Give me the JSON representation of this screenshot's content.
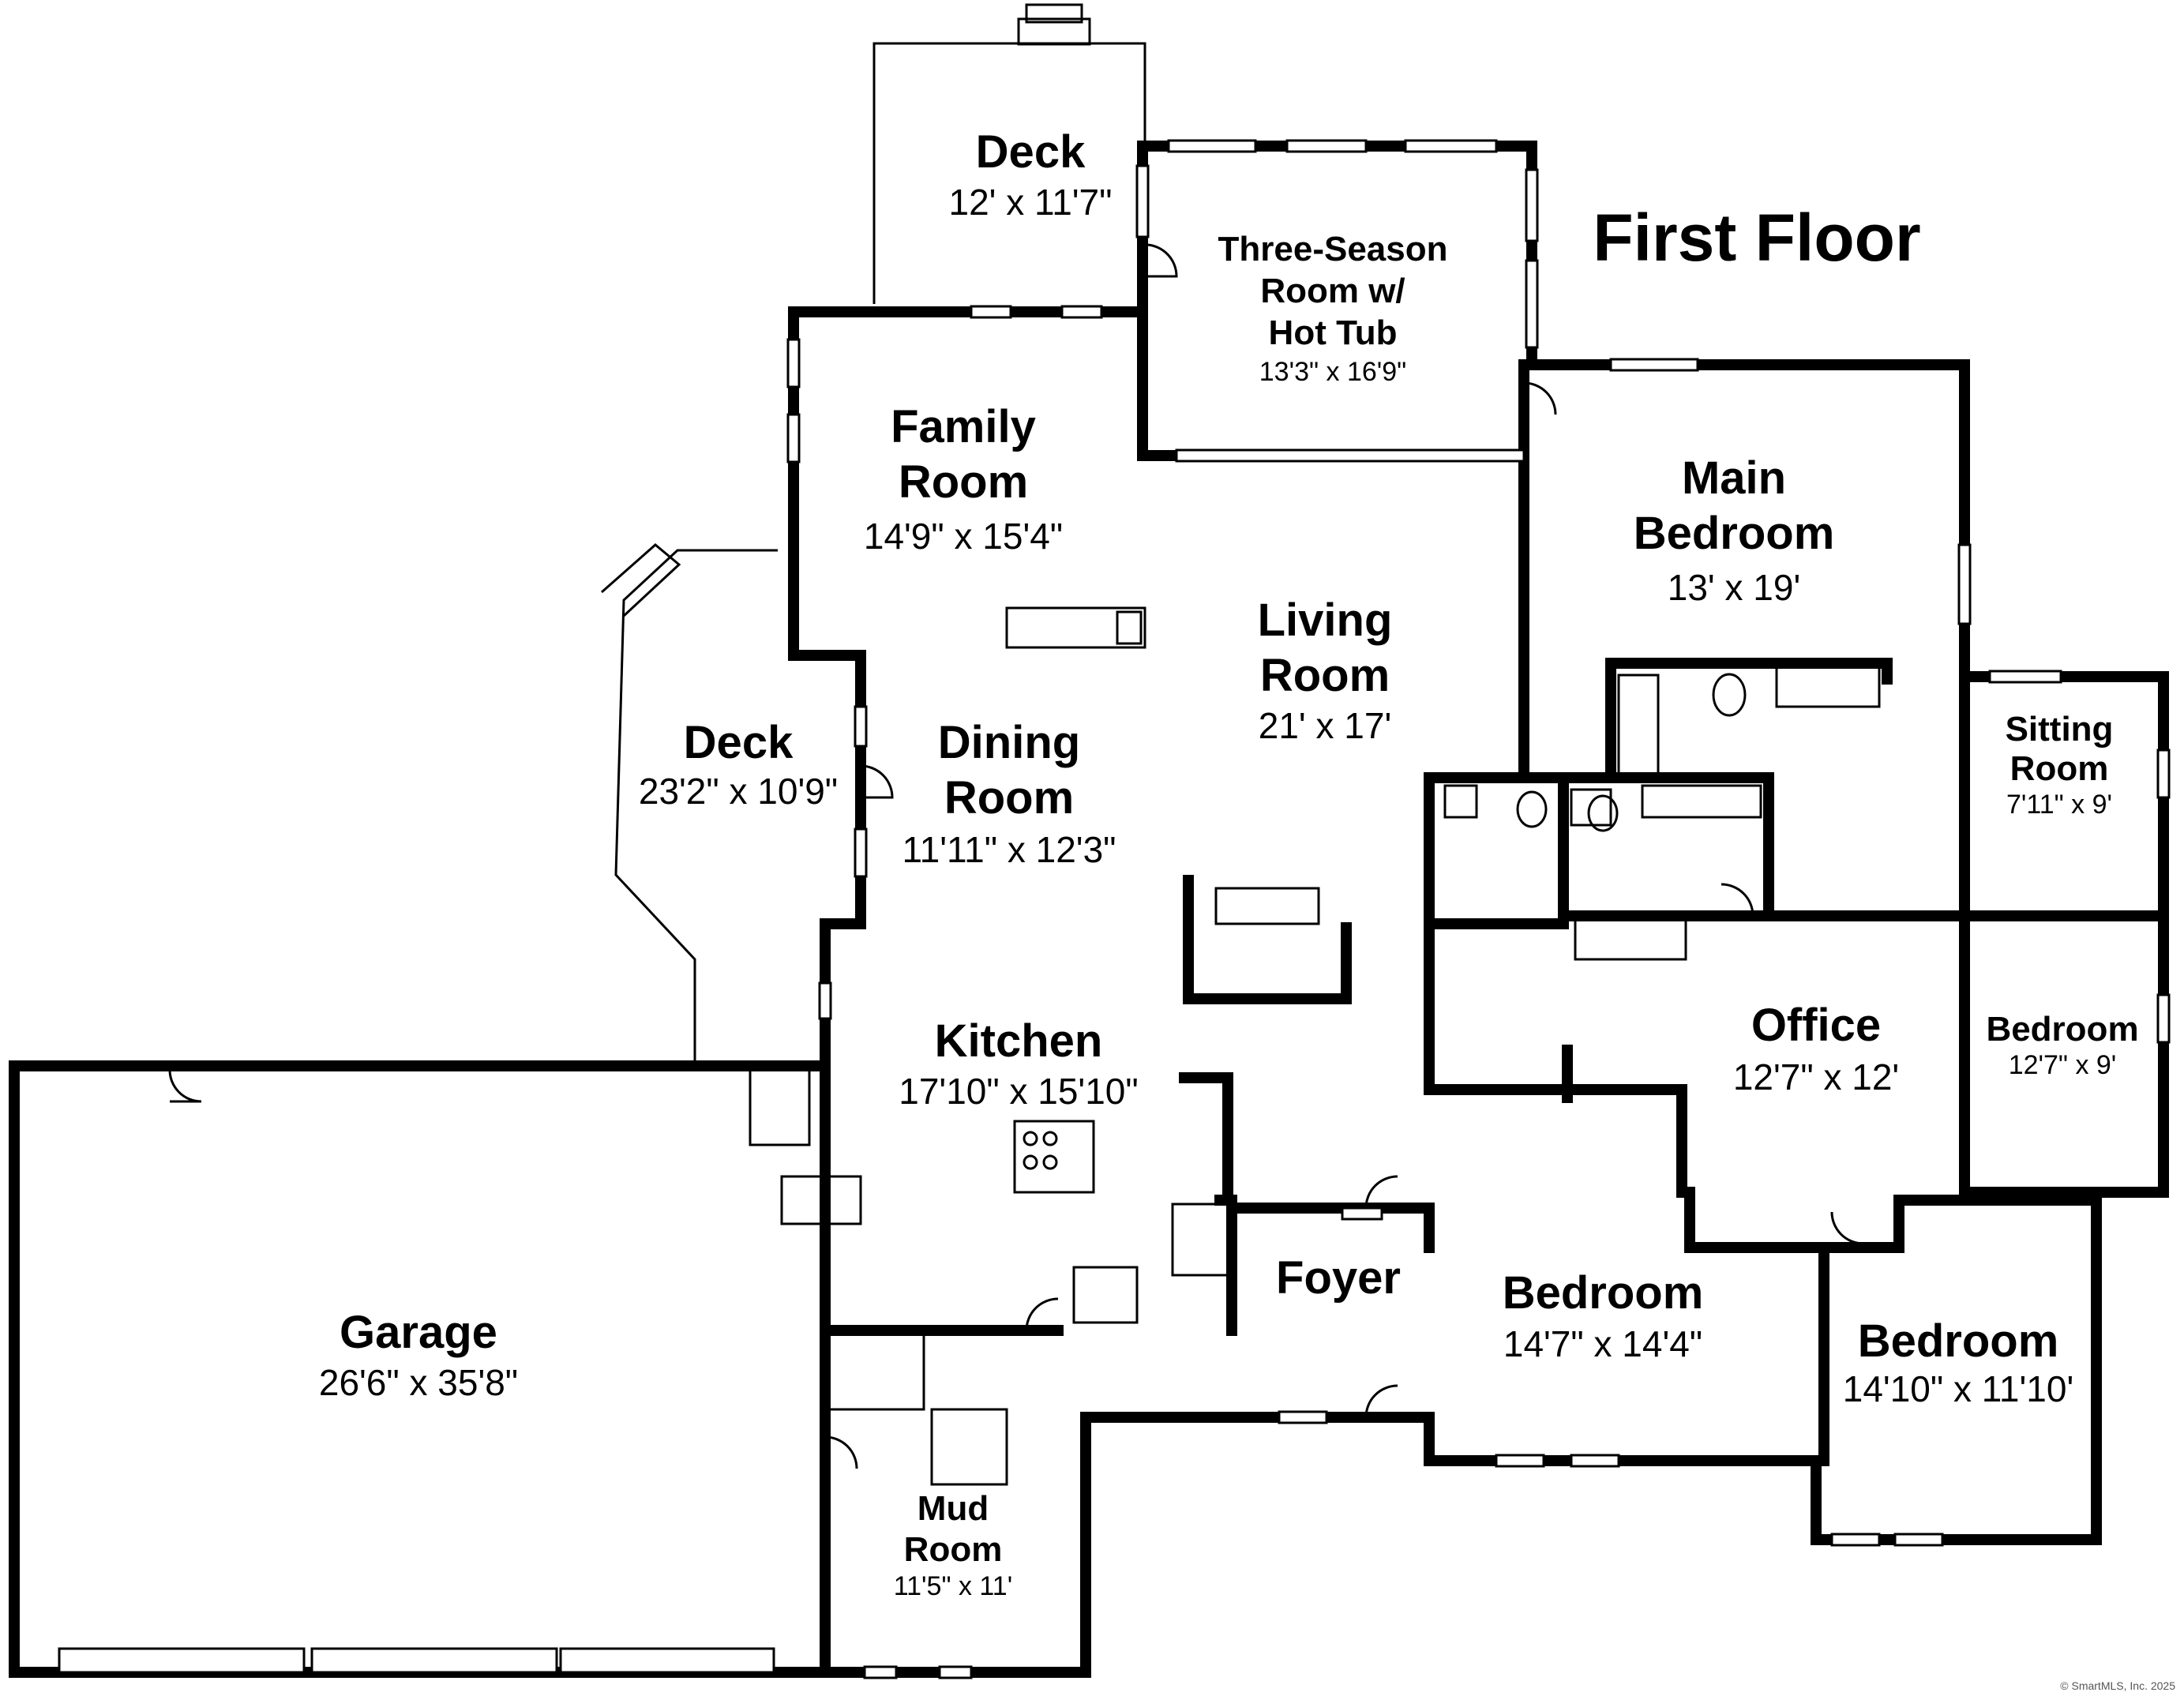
{
  "floor_title": "First Floor",
  "credit": "© SmartMLS, Inc. 2025",
  "rooms": {
    "deck_top": {
      "name": "Deck",
      "dim": "12' x 11'7\""
    },
    "three_season": {
      "name_l1": "Three-Season",
      "name_l2": "Room w/",
      "name_l3": "Hot Tub",
      "dim": "13'3\" x 16'9\""
    },
    "family": {
      "name_l1": "Family",
      "name_l2": "Room",
      "dim": "14'9\" x 15'4\""
    },
    "main_bedroom": {
      "name_l1": "Main",
      "name_l2": "Bedroom",
      "dim": "13' x 19'"
    },
    "living": {
      "name_l1": "Living",
      "name_l2": "Room",
      "dim": "21' x 17'"
    },
    "deck_side": {
      "name": "Deck",
      "dim": "23'2\" x 10'9\""
    },
    "dining": {
      "name_l1": "Dining",
      "name_l2": "Room",
      "dim": "11'11\" x 12'3\""
    },
    "sitting": {
      "name_l1": "Sitting",
      "name_l2": "Room",
      "dim": "7'11\" x 9'"
    },
    "kitchen": {
      "name": "Kitchen",
      "dim": "17'10\" x 15'10\""
    },
    "office": {
      "name": "Office",
      "dim": "12'7\" x 12'"
    },
    "bedroom_small": {
      "name": "Bedroom",
      "dim": "12'7\" x 9'"
    },
    "foyer": {
      "name": "Foyer"
    },
    "garage": {
      "name": "Garage",
      "dim": "26'6\" x 35'8\""
    },
    "bedroom_center": {
      "name": "Bedroom",
      "dim": "14'7\" x 14'4\""
    },
    "bedroom_right": {
      "name": "Bedroom",
      "dim": "14'10\" x 11'10'"
    },
    "mud": {
      "name_l1": "Mud",
      "name_l2": "Room",
      "dim": "11'5\" x 11'"
    }
  }
}
